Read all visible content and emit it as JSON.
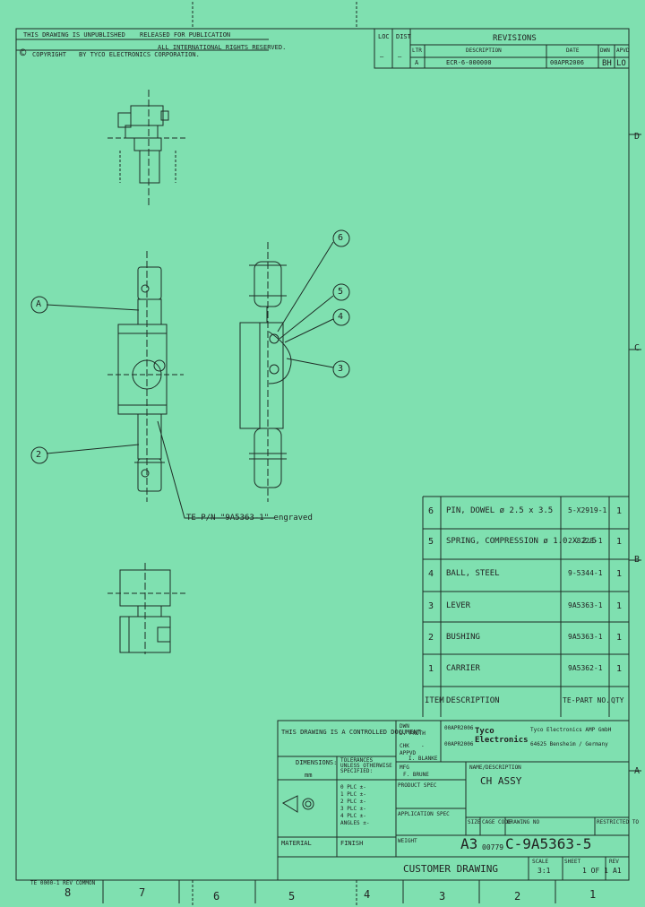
{
  "header": {
    "notice_left": "THIS DRAWING IS UNPUBLISHED",
    "notice_right": "RELEASED FOR PUBLICATION",
    "copyright_mark": "©",
    "copyright": "COPYRIGHT",
    "corp": "BY TYCO ELECTRONICS CORPORATION.",
    "rights": "ALL INTERNATIONAL RIGHTS RESERVED."
  },
  "revisions": {
    "loc_label": "LOC",
    "dist_label": "DIST",
    "loc_value": "—",
    "dist_value": "—",
    "title": "REVISIONS",
    "ltr_label": "LTR",
    "description_label": "DESCRIPTION",
    "date_label": "DATE",
    "dwn_label": "DWN",
    "apvd_label": "APVD",
    "row": {
      "ltr": "A",
      "description": "ECR-6-000000",
      "date": "00APR2006",
      "dwn": "BH",
      "apvd": "LO"
    }
  },
  "zones": {
    "right": [
      "D",
      "C",
      "B",
      "A"
    ],
    "bottom": [
      "8",
      "7",
      "6",
      "5",
      "4",
      "3",
      "2",
      "1"
    ]
  },
  "callouts": [
    "A",
    "2",
    "6",
    "5",
    "4",
    "3"
  ],
  "engraving_note": "TE-P/N \"9A5363-1\" engraved",
  "bom": {
    "rows": [
      {
        "item": "6",
        "description": "PIN, DOWEL ø 2.5 x 3.5",
        "pn": "5-X2919-1",
        "qty": "1"
      },
      {
        "item": "5",
        "description": "SPRING, COMPRESSION ø 1.0 X 2.5",
        "pn": "2-8228-1",
        "qty": "1"
      },
      {
        "item": "4",
        "description": "BALL, STEEL",
        "pn": "9-5344-1",
        "qty": "1"
      },
      {
        "item": "3",
        "description": "LEVER",
        "pn": "9A5363-1",
        "qty": "1"
      },
      {
        "item": "2",
        "description": "BUSHING",
        "pn": "9A5363-1",
        "qty": "1"
      },
      {
        "item": "1",
        "description": "CARRIER",
        "pn": "9A5362-1",
        "qty": "1"
      }
    ],
    "header": {
      "item": "ITEM",
      "description": "DESCRIPTION",
      "pn": "TE-PART NO.",
      "qty": "QTY"
    }
  },
  "title_block": {
    "control_doc": "THIS DRAWING IS A CONTROLLED DOCUMENT.",
    "dimensions_label": "DIMENSIONS:",
    "dimensions_unit": "mm",
    "tolerances_label": "TOLERANCES UNLESS OTHERWISE SPECIFIED:",
    "tolerance_lines": [
      "0 PLC ±-",
      "1 PLC ±-",
      "2 PLC ±-",
      "3 PLC ±-",
      "4 PLC ±-",
      "ANGLES ±-"
    ],
    "material_label": "MATERIAL",
    "finish_label": "FINISH",
    "dwn_label": "DWN",
    "chk_label": "CHK",
    "appvd_label": "APPVD",
    "dwn_value": "D. FRITH",
    "chk_value": "-",
    "appvd_value": "I. BLANKE",
    "dates": [
      "00APR2006",
      "00APR2006"
    ],
    "mfg_label": "MFG",
    "mfg_value": "F. BRUNE",
    "product_spec_label": "PRODUCT SPEC",
    "application_spec_label": "APPLICATION SPEC",
    "weight_label": "WEIGHT",
    "company": "Tyco Electronics AMP GmbH",
    "company_addr": "64625 Bensheim / Germany",
    "logo_line1": "Tyco",
    "logo_line2": "Electronics",
    "name_label": "NAME/DESCRIPTION",
    "name_value": "CH ASSY",
    "size_label": "SIZE",
    "cage_label": "CAGE CODE",
    "drawing_no_label": "DRAWING NO",
    "restricted_label": "RESTRICTED TO",
    "size_value": "A3",
    "cage_value": "00779",
    "drawing_no": "C-9A5363-5",
    "customer_drawing": "CUSTOMER DRAWING",
    "scale_label": "SCALE",
    "scale_value": "3:1",
    "sheet_label": "SHEET",
    "sheet_value": "1 OF 1",
    "rev_label": "REV",
    "rev_value": "A1",
    "footer_form": "TE 0000-1 REV COMMON"
  }
}
